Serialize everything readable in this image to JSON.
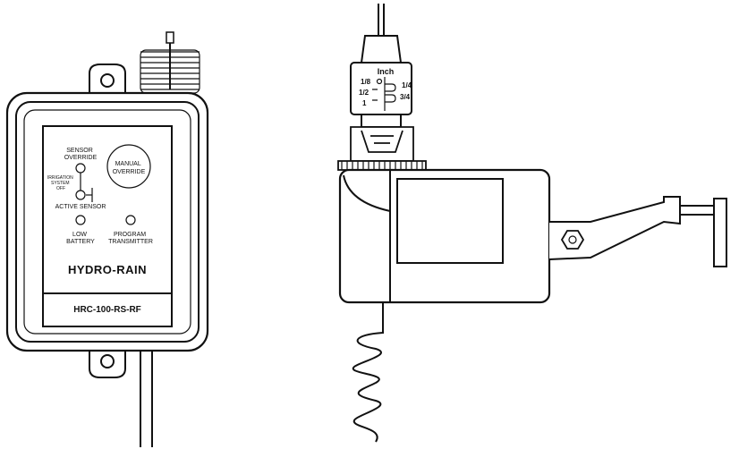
{
  "receiver": {
    "sensor_override": [
      "SENSOR",
      "OVERRIDE"
    ],
    "irrigation_system_off": [
      "IRRIGATION",
      "SYSTEM",
      "OFF"
    ],
    "active_sensor": "ACTIVE SENSOR",
    "manual_override": [
      "MANUAL",
      "OVERRIDE"
    ],
    "low_battery": [
      "LOW",
      "BATTERY"
    ],
    "program_transmitter": [
      "PROGRAM",
      "TRANSMITTER"
    ],
    "brand": "HYDRO-RAIN",
    "model": "HRC-100-RS-RF"
  },
  "sensor": {
    "unit": "Inch",
    "settings": [
      "1/8",
      "1/2",
      "1",
      "1/4",
      "3/4"
    ]
  }
}
